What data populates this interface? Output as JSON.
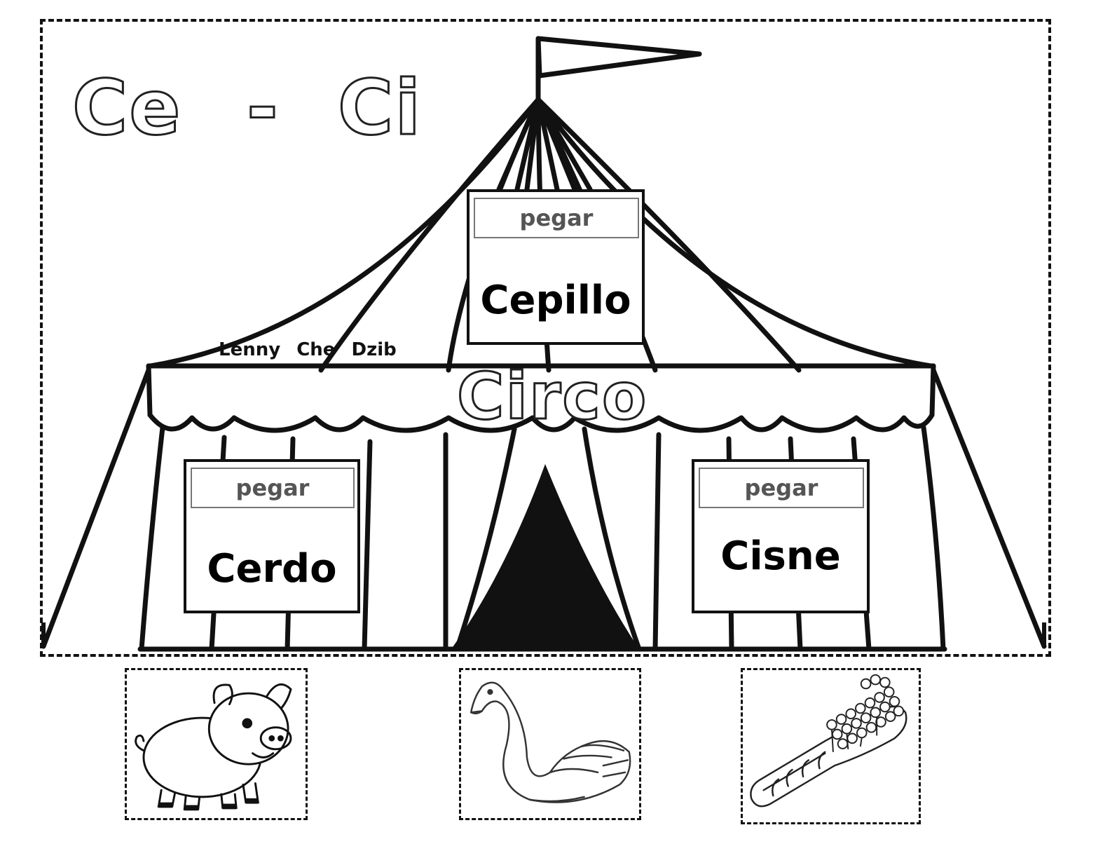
{
  "title": {
    "left": "Ce",
    "separator": "-",
    "right": "Ci"
  },
  "author": "Lenny Che Dzib",
  "tent": {
    "label": "Circo"
  },
  "cards": {
    "top": {
      "tab": "pegar",
      "word": "Cepillo"
    },
    "left": {
      "tab": "pegar",
      "word": "Cerdo"
    },
    "right": {
      "tab": "pegar",
      "word": "Cisne"
    }
  },
  "pictures": {
    "first": "pig-drawing",
    "second": "swan-drawing",
    "third": "toothbrush-drawing"
  }
}
